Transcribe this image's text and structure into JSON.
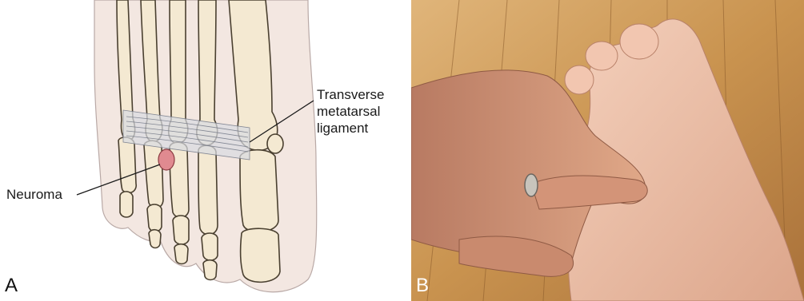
{
  "figure": {
    "panel_a": {
      "letter": "A",
      "labels": {
        "neuroma": "Neuroma",
        "ligament": [
          "Transverse",
          "metatarsal",
          "ligament"
        ]
      },
      "colors": {
        "bone": "#f4e9d2",
        "bone_outline": "#4a4030",
        "soft_tissue": "#efe3dc",
        "ligament": "#c8ccd3",
        "neuroma": "#e08a90"
      }
    },
    "panel_b": {
      "letter": "B",
      "colors": {
        "floor": "#c9934f",
        "skin": "#e9b89d"
      }
    }
  }
}
